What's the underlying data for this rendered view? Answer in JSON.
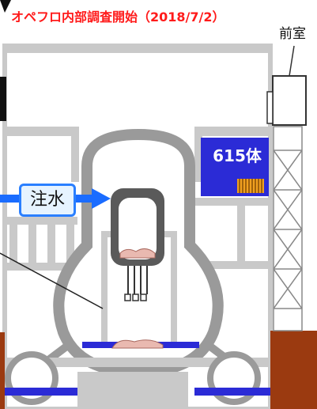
{
  "title": "オペフロ内部調査開始（2018/7/2）",
  "labels": {
    "anteroom": "前室",
    "pool_count": "615体",
    "water_injection": "注水"
  },
  "colors": {
    "title_red": "#ff1a1a",
    "building_gray": "#c9c9c9",
    "wall_dark_gray": "#9a9a9a",
    "pool_blue": "#2b2bd6",
    "water_blue": "#1a6cff",
    "ground_brown": "#9b3a10",
    "fuel_orange": "#f0a020",
    "debris_pink": "#e9b9b0"
  },
  "icons": [
    "arrow-right-icon"
  ]
}
